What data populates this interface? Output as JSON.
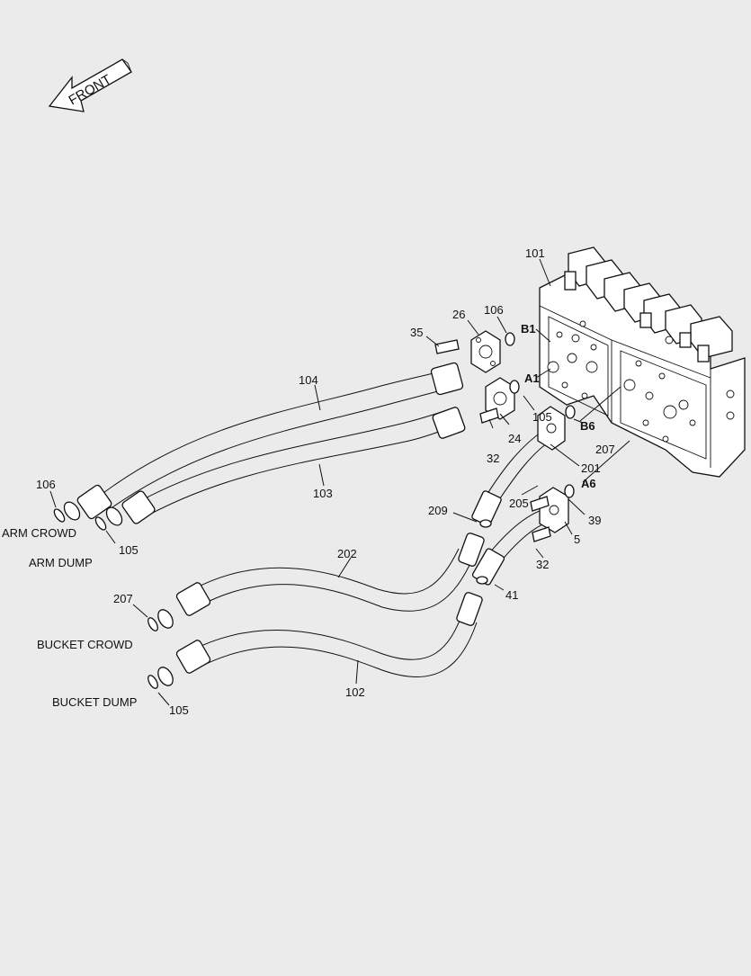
{
  "direction": {
    "label": "FRONT"
  },
  "parts": {
    "p101": "101",
    "p26": "26",
    "p106a": "106",
    "p35": "35",
    "p104": "104",
    "p105a": "105",
    "p24": "24",
    "p32a": "32",
    "p207a": "207",
    "p201": "201",
    "p205": "205",
    "p39": "39",
    "p209": "209",
    "p5": "5",
    "p32b": "32",
    "p202": "202",
    "p41": "41",
    "p106b": "106",
    "p103": "103",
    "p105b": "105",
    "p207b": "207",
    "p102": "102",
    "p105c": "105"
  },
  "ports": {
    "b1": "B1",
    "a1": "A1",
    "b6": "B6",
    "a6": "A6"
  },
  "functions": {
    "arm_crowd": "ARM CROWD",
    "arm_dump": "ARM DUMP",
    "bucket_crowd": "BUCKET CROWD",
    "bucket_dump": "BUCKET DUMP"
  }
}
